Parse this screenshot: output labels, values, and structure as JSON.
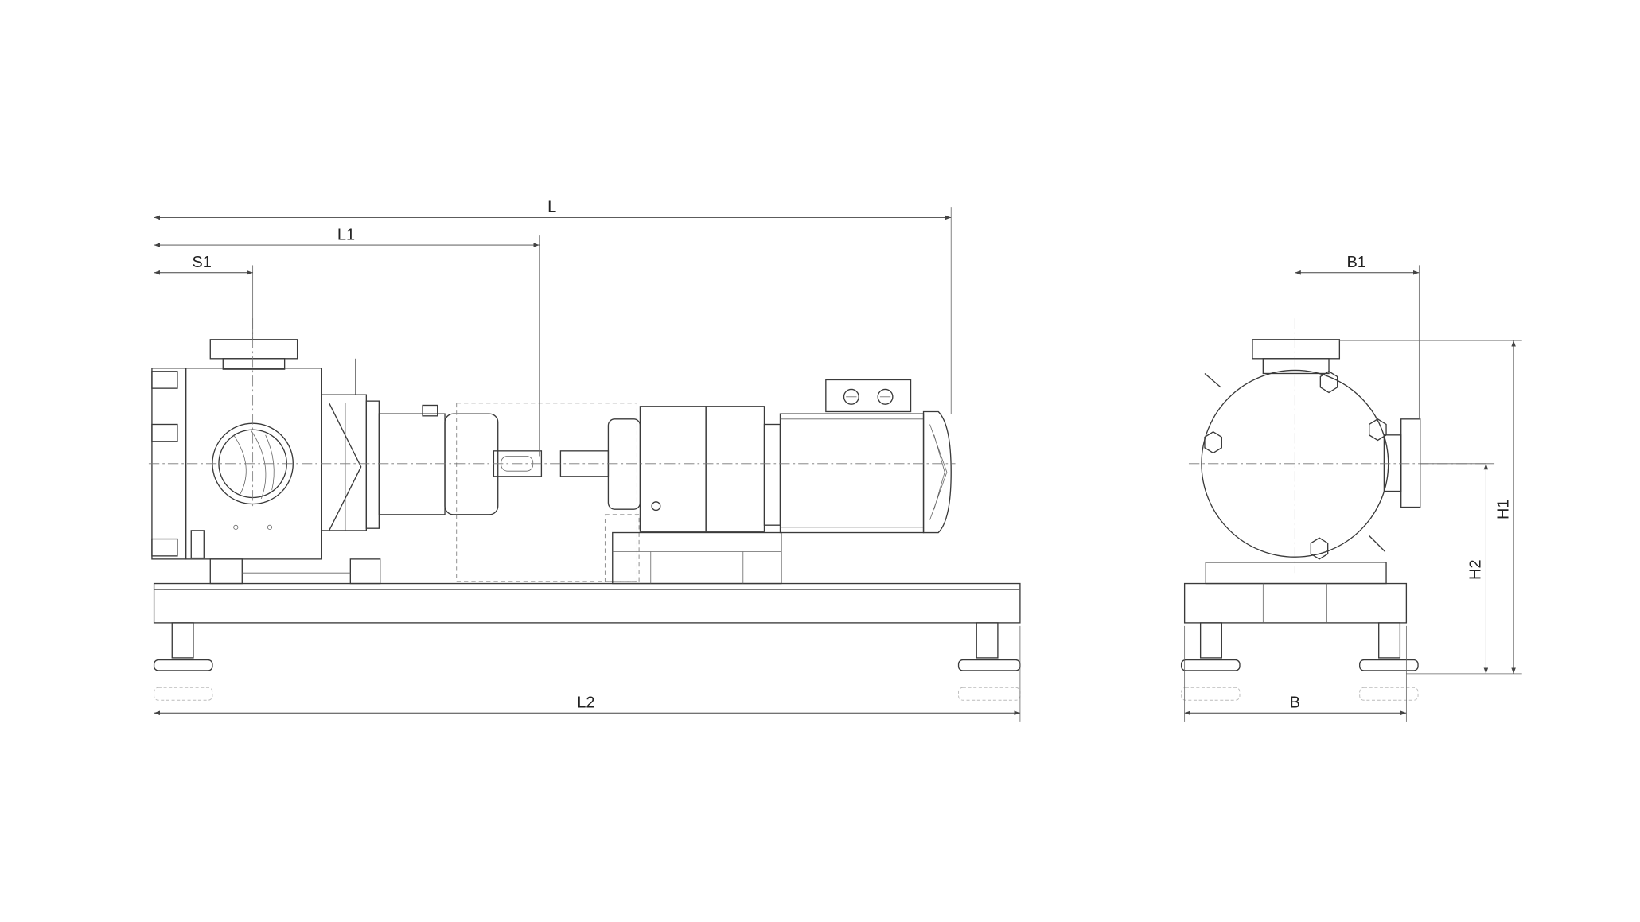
{
  "dimensions": {
    "L": "L",
    "L1": "L1",
    "S1": "S1",
    "L2": "L2",
    "B1": "B1",
    "B": "B",
    "H1": "H1",
    "H2": "H2"
  },
  "colors": {
    "line": "#3a3a3a",
    "background": "#ffffff"
  }
}
